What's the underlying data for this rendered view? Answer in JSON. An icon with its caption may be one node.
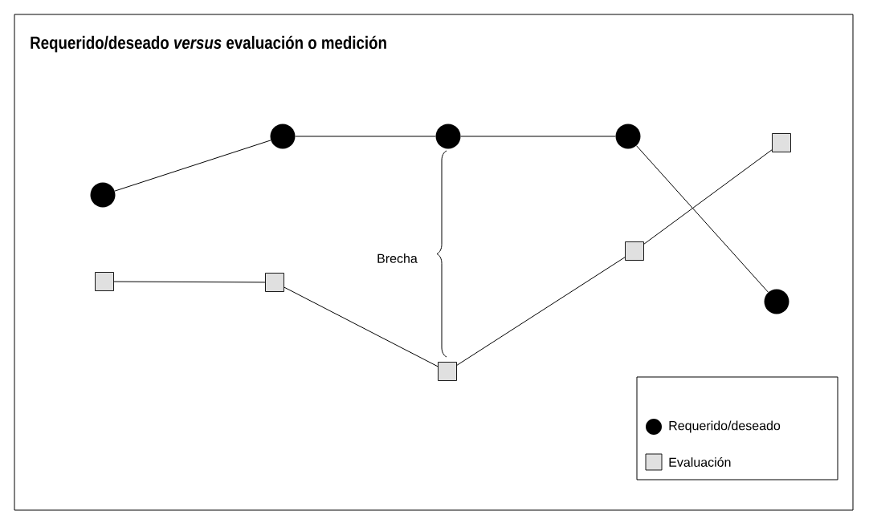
{
  "diagram": {
    "title": "Requerido/deseado *versus* evaluación o medición",
    "nodes": [
      {
        "text": [],
        "shape": "circle"
      },
      {
        "text": [],
        "shape": "circle"
      },
      {
        "text": [],
        "shape": "circle"
      },
      {
        "text": [],
        "shape": "circle"
      },
      {
        "text": [],
        "shape": "circle"
      },
      {
        "text": [],
        "shape": "box"
      },
      {
        "text": [],
        "shape": "box"
      },
      {
        "text": [],
        "shape": "box"
      },
      {
        "text": [],
        "shape": "box"
      },
      {
        "text": [],
        "shape": "box"
      }
    ],
    "edges": [
      {
        "from": 0,
        "to": 1,
        "arrow": "none"
      },
      {
        "from": 1,
        "to": 2,
        "arrow": "none"
      },
      {
        "from": 2,
        "to": 3,
        "arrow": "none"
      },
      {
        "from": 3,
        "to": 4,
        "arrow": "none"
      },
      {
        "from": 5,
        "to": 6,
        "arrow": "none"
      },
      {
        "from": 6,
        "to": 7,
        "arrow": "none"
      },
      {
        "from": 7,
        "to": 8,
        "arrow": "none"
      },
      {
        "from": 8,
        "to": 9,
        "arrow": "none"
      }
    ],
    "labels": [
      "Brecha"
    ],
    "legend": [
      {
        "text": "Requerido/deseado"
      },
      {
        "text": "Evaluación"
      }
    ]
  }
}
